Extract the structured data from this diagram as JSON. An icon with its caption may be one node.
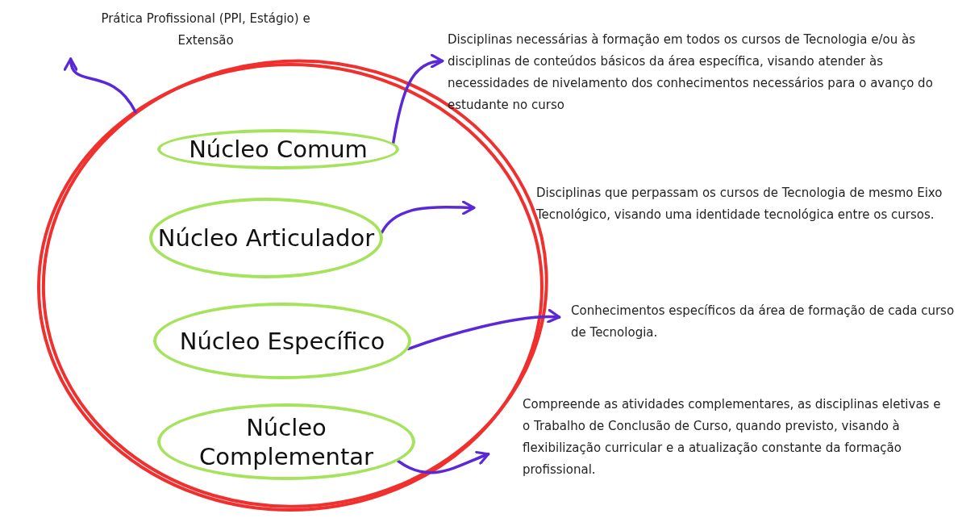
{
  "diagram": {
    "nodes": [
      {
        "text": [],
        "shape": "circle"
      },
      {
        "text": [
          "Núcleo Comum"
        ],
        "in": 0
      },
      {
        "text": [
          "Núcleo Articulador"
        ],
        "in": 0
      },
      {
        "text": [
          "Núcleo Específico"
        ],
        "in": 0
      },
      {
        "text": [
          "Núcleo Complementar"
        ],
        "in": 0
      },
      {
        "text": [
          "Prática Profissional (PPI, Estágio) e Extensão"
        ]
      },
      {
        "text": [
          "Disciplinas necessárias à formação em todos os cursos de Tecnologia e/ou às disciplinas de conteúdos básicos da área específica, visando atender às necessidades de nivelamento dos conhecimentos necessários para o avanço do estudante no curso"
        ]
      },
      {
        "text": [
          "Disciplinas que perpassam os cursos de Tecnologia de mesmo Eixo Tecnológico, visando uma identidade tecnológica entre os cursos."
        ]
      },
      {
        "text": [
          "Conhecimentos específicos da área de formação de cada curso de Tecnologia."
        ]
      },
      {
        "text": [
          "Compreende as atividades complementares, as disciplinas eletivas e o Trabalho de Conclusão de Curso, quando previsto, visando à flexibilização curricular e a atualização constante da formação profissional."
        ]
      }
    ],
    "edges": [
      {
        "from": 0,
        "to": 5,
        "arrow": "to"
      },
      {
        "from": 1,
        "to": 6,
        "arrow": "to"
      },
      {
        "from": 2,
        "to": 7,
        "arrow": "to"
      },
      {
        "from": 3,
        "to": 8,
        "arrow": "to"
      },
      {
        "from": 4,
        "to": 9,
        "arrow": "to"
      }
    ]
  }
}
